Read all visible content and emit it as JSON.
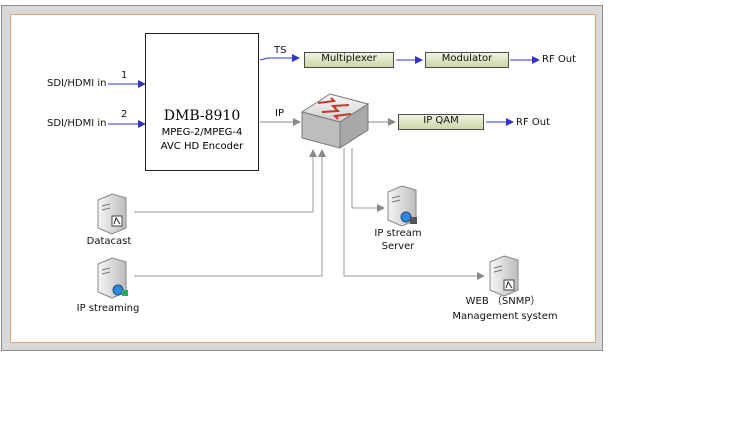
{
  "inputs": [
    {
      "label": "SDI/HDMI in",
      "number": "1"
    },
    {
      "label": "SDI/HDMI in",
      "number": "2"
    }
  ],
  "encoder": {
    "model": "DMB-8910",
    "line1": "MPEG-2/MPEG-4",
    "line2": "AVC HD Encoder"
  },
  "links": {
    "ts": "TS",
    "ip": "IP"
  },
  "blocks": {
    "multiplexer": "Multiplexer",
    "modulator": "Modulator",
    "ipqam": "IP QAM"
  },
  "outputs": {
    "rf_out_1": "RF Out",
    "rf_out_2": "RF Out"
  },
  "servers": {
    "datacast": "Datacast",
    "ip_streaming": "IP streaming",
    "ip_stream_server_line1": "IP stream",
    "ip_stream_server_line2": "Server",
    "web_line1": "WEB （SNMP）",
    "web_line2": "Management system"
  },
  "colors": {
    "arrow": "#3333cc",
    "line": "#9a9a9a",
    "frame": "#d9d9d9",
    "border": "#e3a56b"
  }
}
